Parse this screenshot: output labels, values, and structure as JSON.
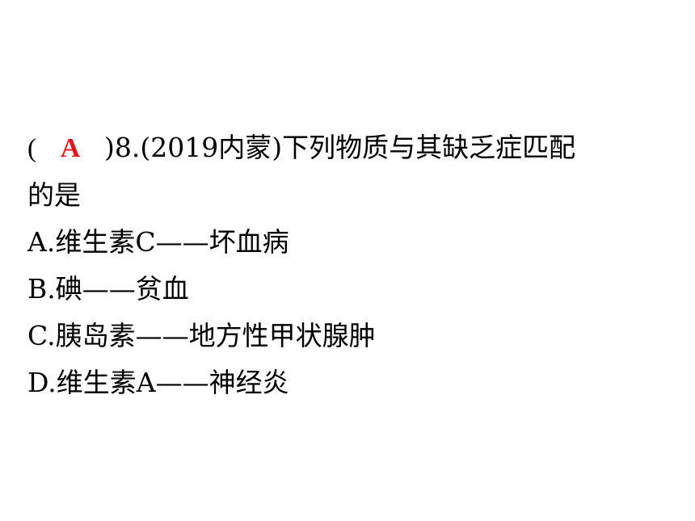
{
  "question": {
    "open_paren": "(",
    "answer": "A",
    "answer_color": "#e8141b",
    "stem_line1": ")8.(2019内蒙)下列物质与其缺乏症匹配",
    "stem_line2": "的是"
  },
  "options": [
    {
      "text": "A.维生素C——坏血病"
    },
    {
      "text": "B.碘——贫血"
    },
    {
      "text": "C.胰岛素——地方性甲状腺肿"
    },
    {
      "text": "D.维生素A——神经炎"
    }
  ]
}
